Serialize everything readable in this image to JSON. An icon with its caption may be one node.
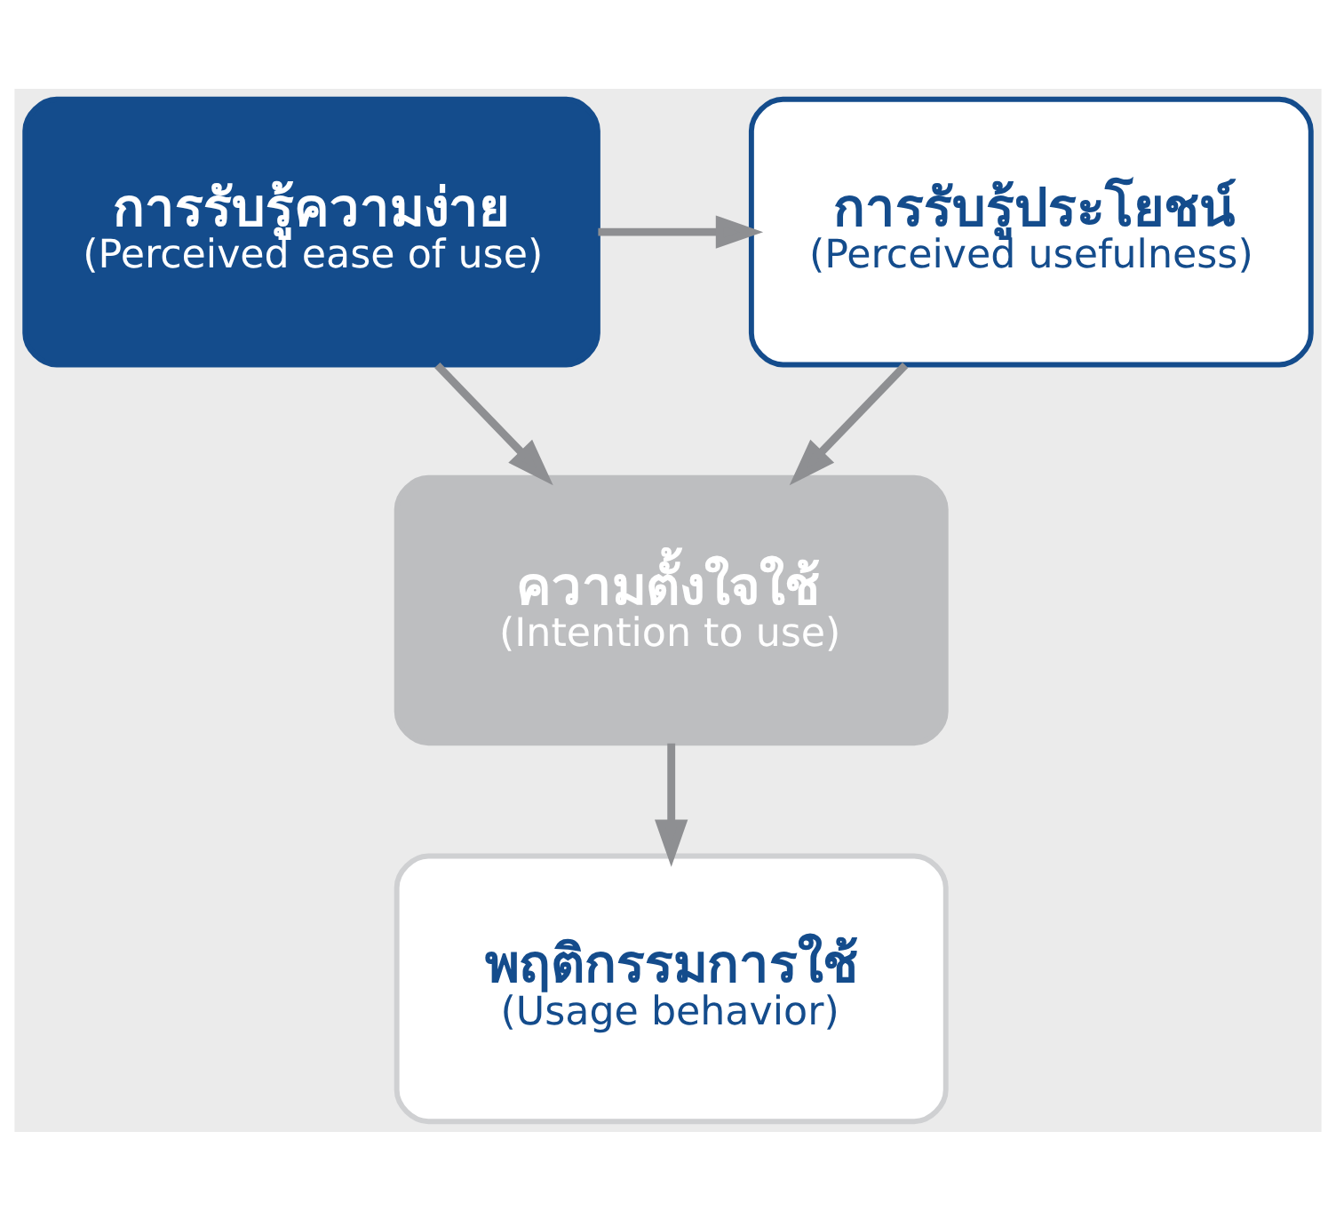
{
  "diagram": {
    "nodes": [
      {
        "text": [
          "การรับรู้ความง่าย",
          "(Perceived ease of use)"
        ]
      },
      {
        "text": [
          "การรับรู้ประโยชน์",
          "(Perceived usefulness)"
        ]
      },
      {
        "text": [
          "ความตั้งใจใช้",
          "(Intention to use)"
        ]
      },
      {
        "text": [
          "พฤติกรรมการใช้",
          "(Usage behavior)"
        ]
      }
    ],
    "edges": [
      {
        "from": 0,
        "to": 1,
        "arrow": "to"
      },
      {
        "from": 0,
        "to": 2,
        "arrow": "to"
      },
      {
        "from": 1,
        "to": 2,
        "arrow": "to"
      },
      {
        "from": 2,
        "to": 3,
        "arrow": "to"
      }
    ]
  }
}
